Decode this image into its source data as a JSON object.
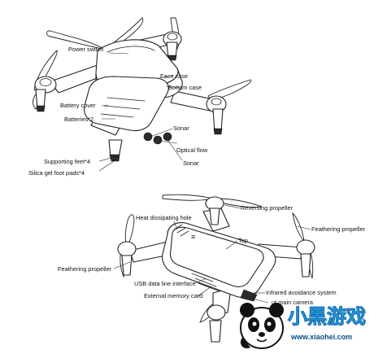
{
  "top_drone": {
    "labels": {
      "power_switch": "Power switch",
      "face_case": "Face case",
      "bottom_case": "Bottom case",
      "battery_cover": "Battery cover",
      "batteries": "Batteries*2",
      "sonar_1": "Sonar",
      "optical_flow": "Optical flow",
      "sonar_2": "Sonar",
      "supporting_feet": "Supporting feet*4",
      "foot_pads": "Silica gel foot pads*4"
    }
  },
  "bottom_drone": {
    "labels": {
      "heat_hole": "Heat dissipating hole",
      "reversing_propeller": "Reversing propeller",
      "feathering_propeller_right": "Feathering propeller",
      "top": "Top",
      "feathering_propeller_left": "Feathering propeller",
      "usb_interface": "USB data line interface",
      "memory_card": "External memory card",
      "infrared_system": "Infrared avoidance system",
      "main_camera": "ut main  camera"
    }
  },
  "watermark": {
    "logo_text": "小黑游戏",
    "url": "www.xiaohei.com"
  }
}
